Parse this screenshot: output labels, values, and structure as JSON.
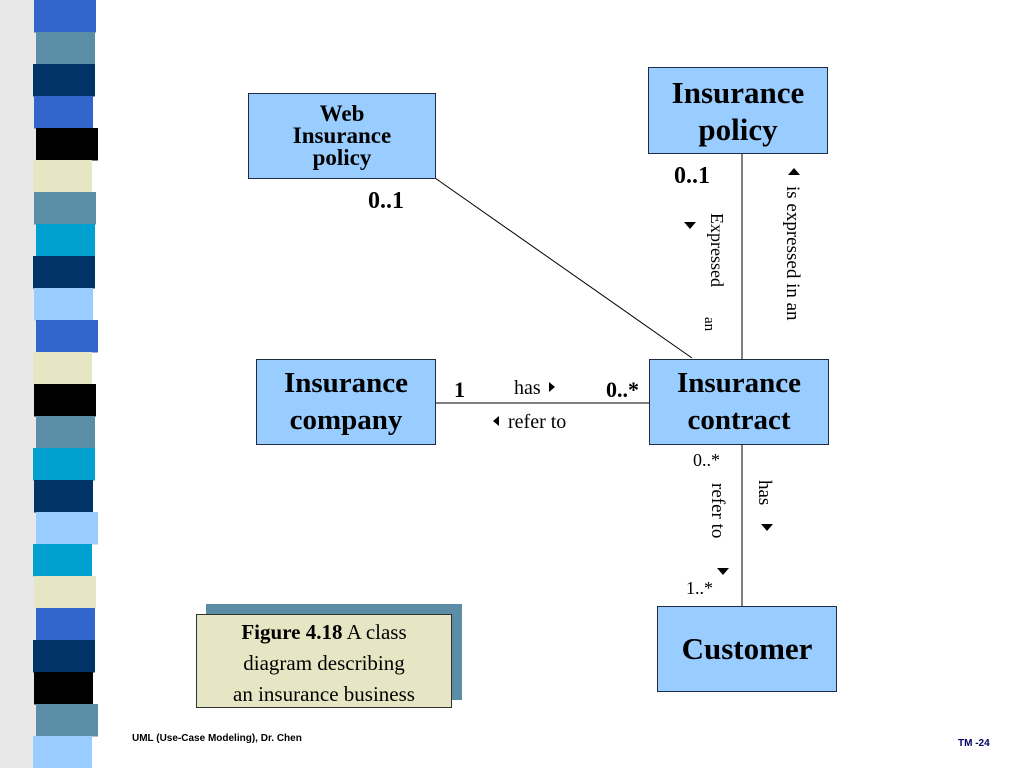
{
  "colors": {
    "class_fill": "#99ccff",
    "caption_fill": "#e6e6c4",
    "caption_shadow": "#5b8ea6",
    "stripe_palette": [
      "#3366cc",
      "#003366",
      "#e6e6c4",
      "#5b8ea6",
      "#000000",
      "#00a0d0",
      "#99ccff"
    ]
  },
  "classes": {
    "web_policy": [
      "Web",
      "Insurance",
      "policy"
    ],
    "insurance_policy": [
      "Insurance",
      "policy"
    ],
    "insurance_company": [
      "Insurance",
      "company"
    ],
    "insurance_contract": [
      "Insurance",
      "contract"
    ],
    "customer": [
      "Customer"
    ]
  },
  "associations": {
    "web_to_contract": {
      "multiplicity_web": "0..1"
    },
    "policy_to_contract": {
      "multiplicity_policy": "0..1",
      "label_up": "is expressed in an",
      "label_down_1": "Expressed",
      "label_down_2": "an"
    },
    "company_to_contract": {
      "multiplicity_company": "1",
      "multiplicity_contract": "0..*",
      "label_forward": "has",
      "label_back": "refer to"
    },
    "contract_to_customer": {
      "multiplicity_contract": "0..*",
      "multiplicity_customer": "1..*",
      "label_down": "has",
      "label_up": "refer to"
    }
  },
  "caption": {
    "figure": "Figure 4.18",
    "text_1": "A class",
    "text_2": "diagram describing",
    "text_3": "an insurance business"
  },
  "footer": {
    "left": "UML (Use-Case Modeling), Dr. Chen",
    "right": "TM -24"
  }
}
